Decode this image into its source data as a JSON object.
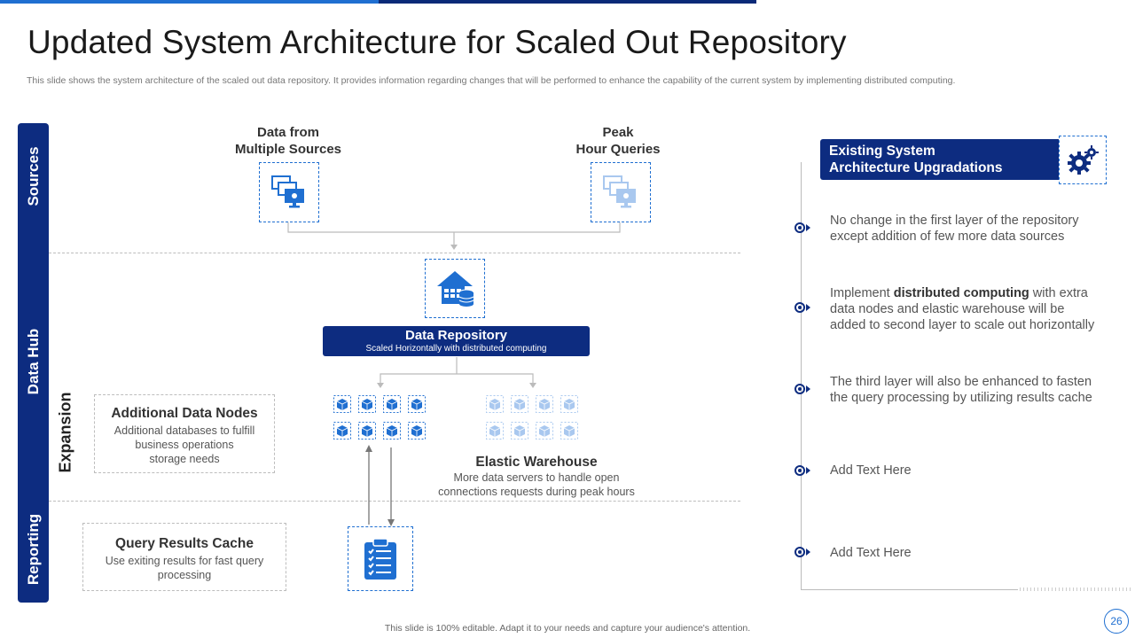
{
  "slide": {
    "title": "Updated System Architecture for Scaled Out Repository",
    "subtitle": "This slide shows the system architecture of the scaled out data repository. It provides information regarding changes that will be performed to enhance the capability of the current system by implementing distributed computing.",
    "footer": "This slide is 100% editable. Adapt it to your needs and capture your audience's attention.",
    "page_number": "26"
  },
  "layers": {
    "sources": "Sources",
    "data_hub": "Data Hub",
    "reporting": "Reporting",
    "expansion": "Expansion"
  },
  "diagram": {
    "source1_line1": "Data from",
    "source1_line2": "Multiple Sources",
    "source2_line1": "Peak",
    "source2_line2": "Hour Queries",
    "repository_title": "Data Repository",
    "repository_sub": "Scaled Horizontally with distributed computing",
    "nodes_title": "Additional Data Nodes",
    "nodes_line1": "Additional databases to fulfill",
    "nodes_line2": "business operations",
    "nodes_line3": "storage needs",
    "warehouse_title": "Elastic Warehouse",
    "warehouse_line1": "More data servers  to handle open",
    "warehouse_line2": "connections requests during peak hours",
    "cache_title": "Query Results Cache",
    "cache_line1": "Use exiting results for fast query",
    "cache_line2": "processing"
  },
  "panel": {
    "header_line1": "Existing System",
    "header_line2": "Architecture Upgradations",
    "items": [
      {
        "line1": "No change in the first layer of the repository",
        "line2": "except addition  of few more data sources"
      },
      {
        "pre": "Implement ",
        "bold": "distributed computing",
        "post": " with extra",
        "line2": "data nodes and elastic warehouse will be",
        "line3": "added to second layer to scale out horizontally"
      },
      {
        "line1": "The third layer will also be enhanced to fasten",
        "line2": "the query processing by utilizing results cache"
      },
      {
        "line1": "Add Text Here"
      },
      {
        "line1": "Add Text Here"
      }
    ]
  },
  "colors": {
    "navy": "#0d2c80",
    "accent_blue": "#1f6fd1",
    "light_blue": "#a9c8ef"
  }
}
